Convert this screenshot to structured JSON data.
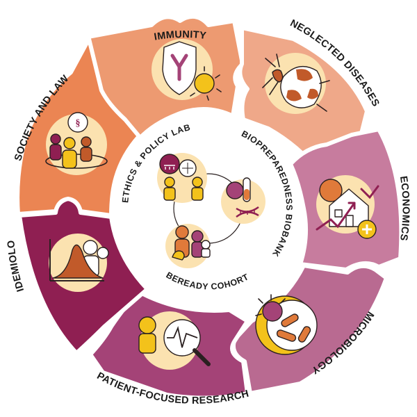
{
  "outer_segments": [
    {
      "id": "immunity",
      "label": "IMMUNITY",
      "color": "#ed9a71",
      "icon": "antibody-shield-icon"
    },
    {
      "id": "neglected-diseases",
      "label": "NEGLECTED DISEASES",
      "color": "#efa889",
      "icon": "mosquito-icon"
    },
    {
      "id": "economics",
      "label": "ECONOMICS",
      "color": "#c77c9e",
      "icon": "house-economy-icon"
    },
    {
      "id": "microbiology",
      "label": "MICROBIOLOGY",
      "color": "#b96a91",
      "icon": "bacteria-icon"
    },
    {
      "id": "patient-focused-research",
      "label": "PATIENT-FOCUSED RESEARCH",
      "color": "#a44377",
      "icon": "magnifier-icon"
    },
    {
      "id": "epidemiology",
      "label": "EPIDEMIOLOGY",
      "color": "#8f1f52",
      "icon": "epidemic-curve-icon"
    },
    {
      "id": "society-and-law",
      "label": "SOCIETY AND LAW",
      "color": "#eb8553",
      "icon": "paragraph-people-icon"
    }
  ],
  "inner_labels": [
    {
      "id": "ethics-policy-lab",
      "label": "ETHICS & POLICY LAB",
      "icon": "museum-scales-icon"
    },
    {
      "id": "biopreparedness-biobank",
      "label": "BIOPREPAREDNESS BIOBANK",
      "icon": "test-tube-dna-icon"
    },
    {
      "id": "bereadey-cohort",
      "label": "BEREADY COHORT",
      "icon": "family-cohort-icon"
    }
  ],
  "colors": {
    "center_blob": "#fbe2b0",
    "accent_yellow": "#f3c21b",
    "ink": "#2a2020"
  }
}
